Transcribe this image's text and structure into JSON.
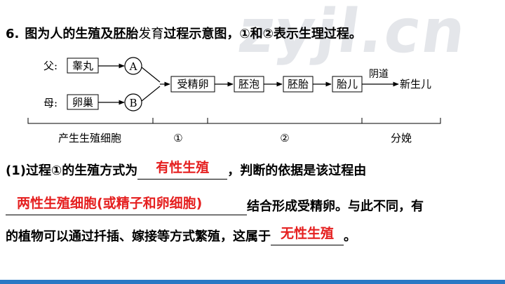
{
  "watermark": "zyjl.cn",
  "question": {
    "number": "6.",
    "segments": [
      {
        "text": "图为",
        "bold": true
      },
      {
        "text": "人的生殖及胚胎",
        "bold": true
      },
      {
        "text": "发育",
        "bold": false
      },
      {
        "text": "过程示意图，①和②表示生理过程。",
        "bold": true
      }
    ]
  },
  "diagram": {
    "father_label": "父:",
    "mother_label": "母:",
    "testis": "睾丸",
    "ovary": "卵巢",
    "circle_a": "A",
    "circle_b": "B",
    "stages": [
      "受精卵",
      "胚泡",
      "胚胎",
      "胎儿"
    ],
    "vagina": "阴道",
    "newborn": "新生儿",
    "bracket_labels": [
      "产生生殖细胞",
      "①",
      "②",
      "分娩"
    ]
  },
  "part1": {
    "prefix": "(1)",
    "text1": "过程①的生殖方式为",
    "answer1": "有性生殖",
    "text2": "，判断的依据是该过程由",
    "answer2": "两性生殖细胞(或精子和卵细胞)",
    "text3": "结合形成受精卵。与此不同，有",
    "text4": "的植物可以通过扦插、嫁接等方式繁殖，这属于",
    "answer3": "无性生殖",
    "text5": "。"
  },
  "colors": {
    "answer": "#e52020",
    "bar": "#2a78c4",
    "watermark": "#e4e6ea"
  }
}
